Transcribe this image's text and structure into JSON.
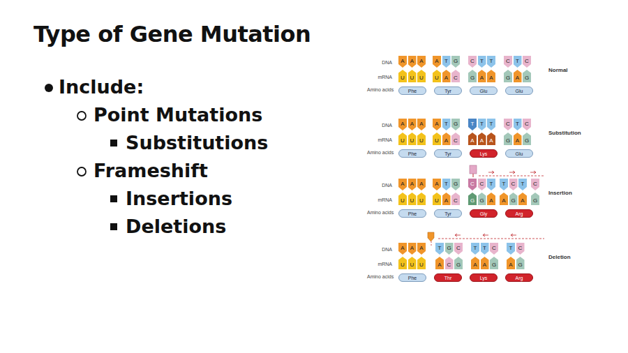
{
  "diagram": {
    "title": "Type of Gene Mutation",
    "nodes": [
      {
        "text": [
          "Phe"
        ]
      },
      {
        "text": [
          "Tyr"
        ]
      },
      {
        "text": [
          "Glu"
        ]
      },
      {
        "text": [
          "Glu"
        ]
      },
      {
        "text": [
          "Phe"
        ]
      },
      {
        "text": [
          "Tyr"
        ]
      },
      {
        "text": [
          "Lys"
        ]
      },
      {
        "text": [
          "Glu"
        ]
      },
      {
        "text": [
          "Phe"
        ]
      },
      {
        "text": [
          "Tyr"
        ]
      },
      {
        "text": [
          "Gly"
        ]
      },
      {
        "text": [
          "Arg"
        ]
      },
      {
        "text": [
          "Phe"
        ]
      },
      {
        "text": [
          "Thr"
        ]
      },
      {
        "text": [
          "Lys"
        ]
      },
      {
        "text": [
          "Arg"
        ]
      }
    ],
    "labels": [
      "Include:",
      "Point Mutations",
      "Substitutions",
      "Frameshift",
      "Insertions",
      "Deletions",
      "DNA",
      "A",
      "A",
      "A",
      "A",
      "T",
      "G",
      "C",
      "T",
      "T",
      "C",
      "T",
      "C",
      "mRNA",
      "U",
      "U",
      "U",
      "U",
      "A",
      "C",
      "G",
      "A",
      "A",
      "G",
      "A",
      "G",
      "Amino acids",
      "Normal",
      "DNA",
      "A",
      "A",
      "A",
      "A",
      "T",
      "G",
      "T",
      "T",
      "T",
      "C",
      "T",
      "C",
      "mRNA",
      "U",
      "U",
      "U",
      "U",
      "A",
      "C",
      "A",
      "A",
      "A",
      "G",
      "A",
      "G",
      "Amino acids",
      "Substitution",
      "DNA",
      "A",
      "A",
      "A",
      "A",
      "T",
      "G",
      "C",
      "C",
      "T",
      "T",
      "C",
      "T",
      "C",
      "mRNA",
      "U",
      "U",
      "U",
      "U",
      "A",
      "C",
      "G",
      "G",
      "A",
      "A",
      "G",
      "A",
      "G",
      "Amino acids",
      "Insertion",
      "DNA",
      "A",
      "A",
      "A",
      "T",
      "G",
      "C",
      "T",
      "T",
      "C",
      "T",
      "C",
      "mRNA",
      "U",
      "U",
      "U",
      "A",
      "C",
      "G",
      "A",
      "A",
      "G",
      "A",
      "G",
      "Amino acids",
      "Deletion"
    ]
  }
}
